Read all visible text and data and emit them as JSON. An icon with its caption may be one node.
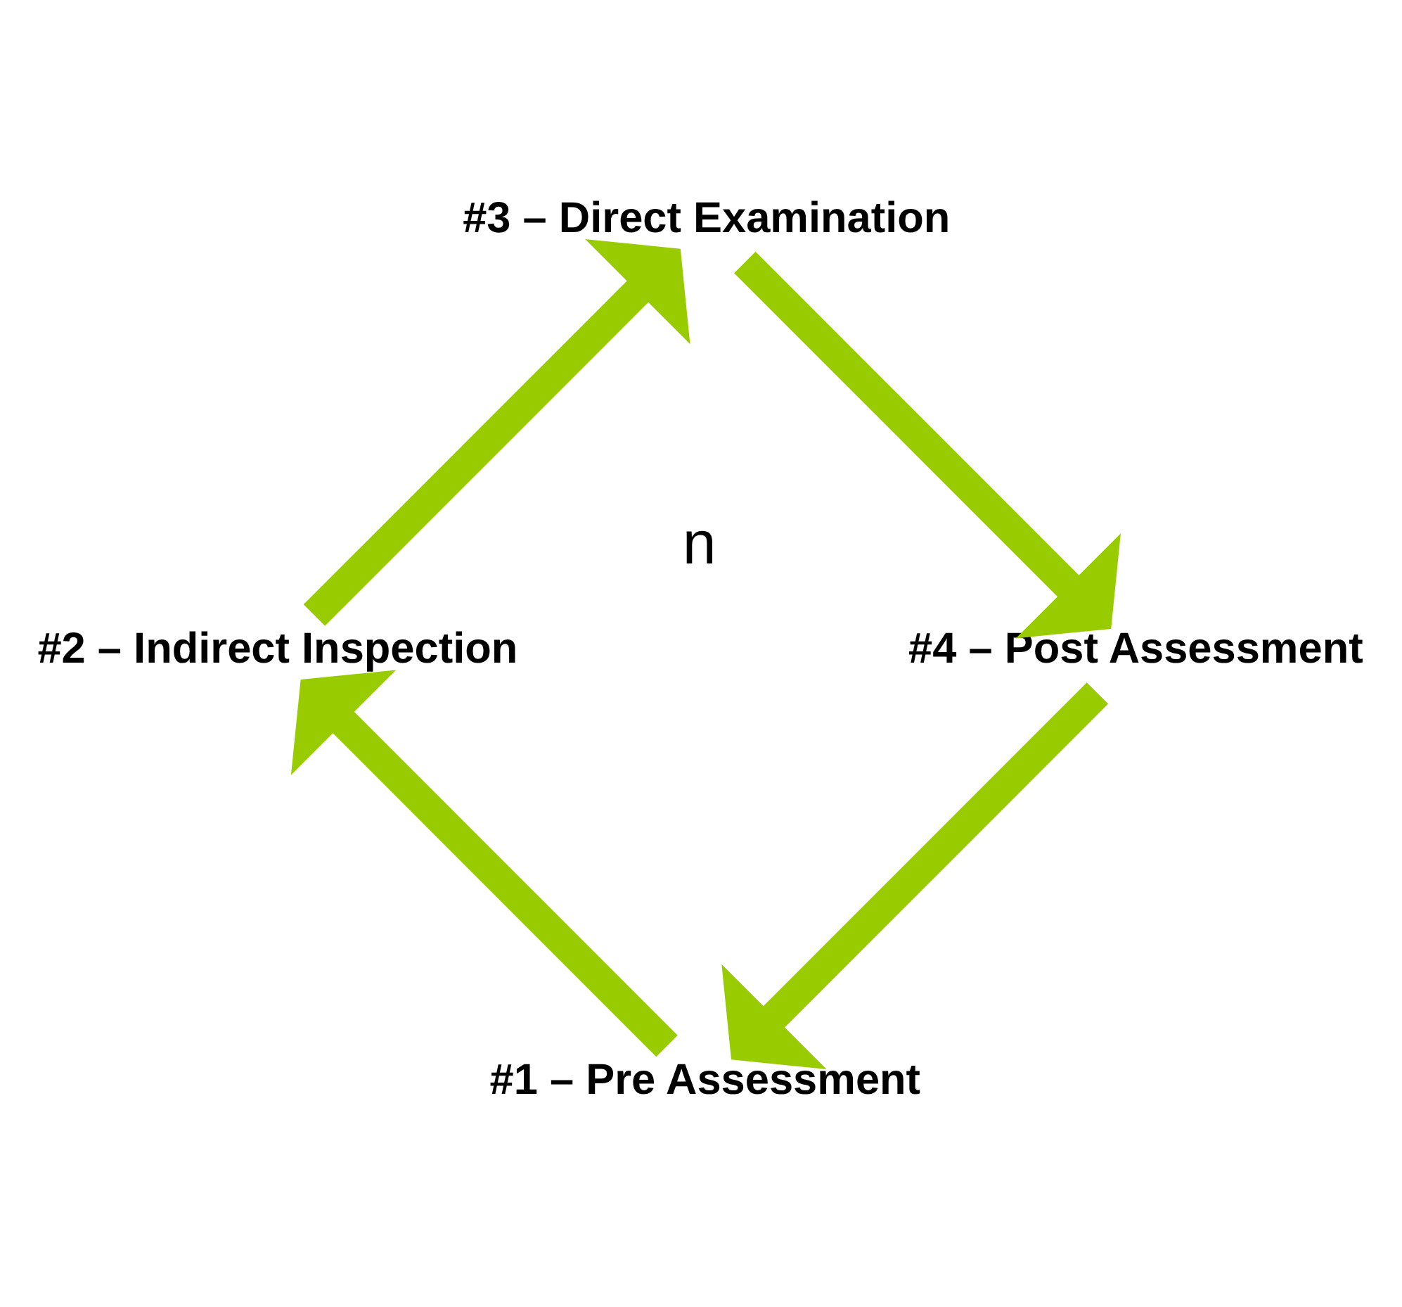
{
  "diagram": {
    "nodes": [
      {
        "text": [
          "#1 – Pre Assessment"
        ]
      },
      {
        "text": [
          "#2 – Indirect Inspection"
        ]
      },
      {
        "text": [
          "#3 – Direct Examination"
        ]
      },
      {
        "text": [
          "#4 – Post Assessment"
        ]
      }
    ],
    "edges": [
      {
        "from": 0,
        "to": 1,
        "arrow": "to"
      },
      {
        "from": 1,
        "to": 2,
        "arrow": "to"
      },
      {
        "from": 2,
        "to": 3,
        "arrow": "to"
      },
      {
        "from": 3,
        "to": 0,
        "arrow": "to"
      }
    ],
    "labels": [
      "n"
    ]
  }
}
